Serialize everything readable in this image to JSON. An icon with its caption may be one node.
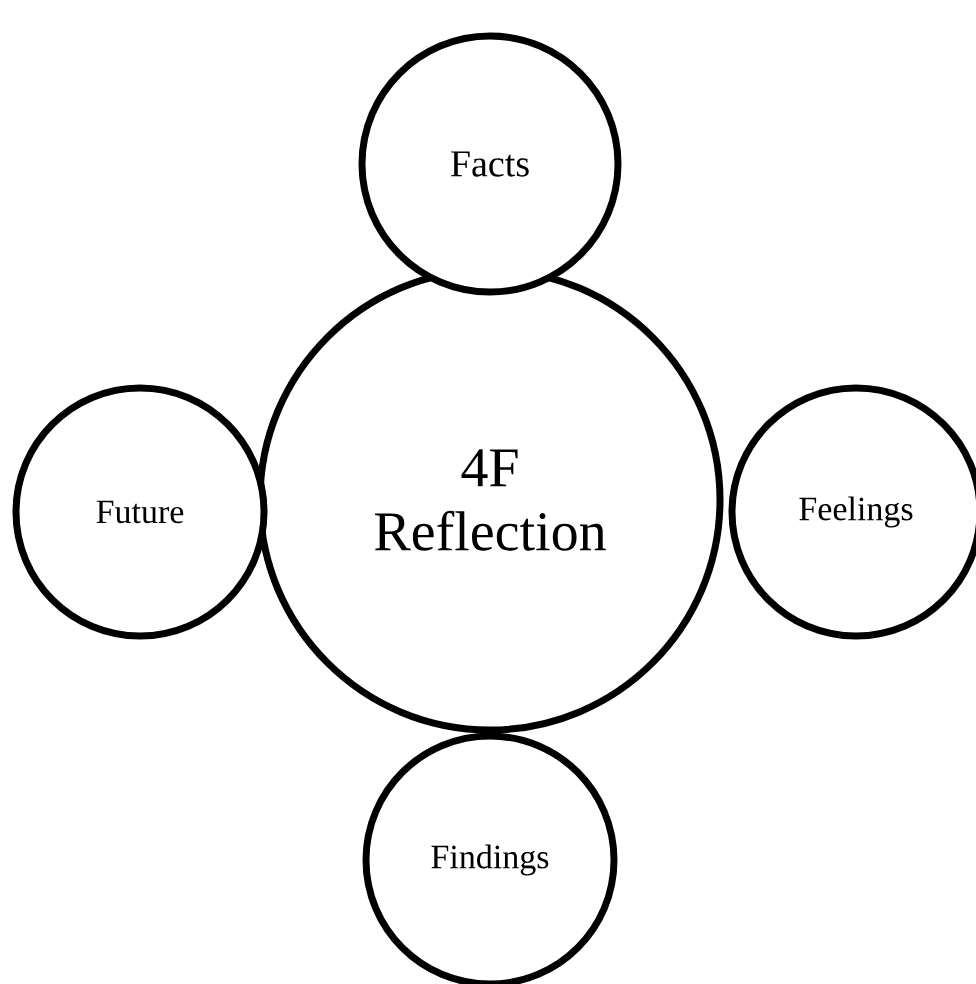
{
  "diagram": {
    "nodes": [
      {
        "text": [
          "4F Reflection"
        ]
      },
      {
        "text": [
          "Facts"
        ]
      },
      {
        "text": [
          "Feelings"
        ]
      },
      {
        "text": [
          "Findings"
        ]
      },
      {
        "text": [
          "Future"
        ]
      }
    ]
  }
}
